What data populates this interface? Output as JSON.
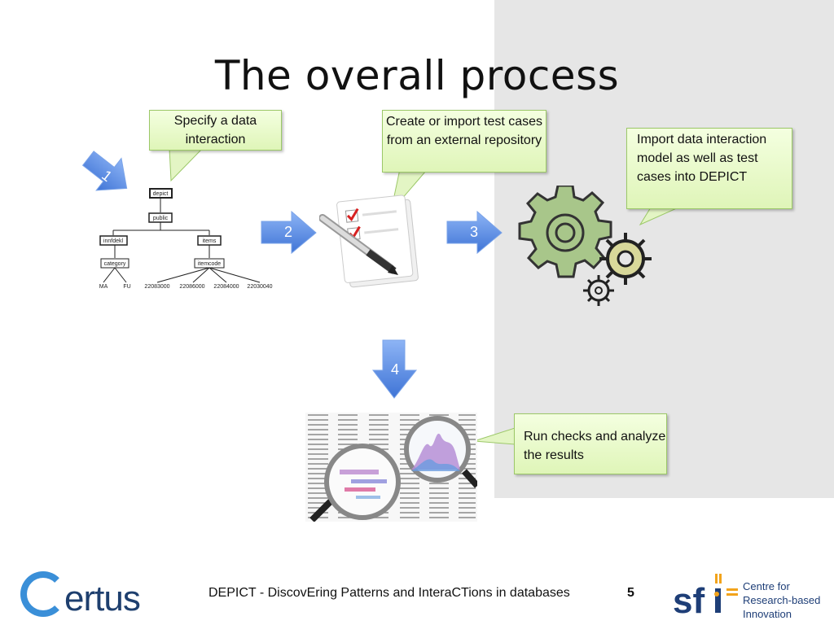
{
  "slide": {
    "title": "The overall process",
    "callouts": {
      "specify": "Specify a data interaction",
      "create": "Create or import test cases from an external repository",
      "import": "Import data interaction model as well as test cases into DEPICT",
      "run": "Run checks and analyze the results"
    },
    "steps": [
      "1",
      "2",
      "3",
      "4"
    ],
    "tree": {
      "root": "depict",
      "level1": "public",
      "left": "innfdekl",
      "right": "items",
      "left_child": "category",
      "right_child": "itemcode",
      "left_leaves": [
        "MA",
        "FU"
      ],
      "right_leaves": [
        "22083000",
        "22086000",
        "22084000",
        "22030040"
      ]
    },
    "footer": "DEPICT -  DiscovEring Patterns and InteraCTions in databases",
    "page_number": "5",
    "logos": {
      "certus": "Certus",
      "sfi": "sfi",
      "sfi_text": [
        "Centre for",
        "Research-based",
        "Innovation"
      ]
    }
  },
  "colors": {
    "callout_fill": "#e6f7c9",
    "callout_border": "#9cc868",
    "arrow_blue": "#5b8ee6",
    "gray_panel": "#e6e6e6",
    "gear_fill": "#a8c68a"
  }
}
